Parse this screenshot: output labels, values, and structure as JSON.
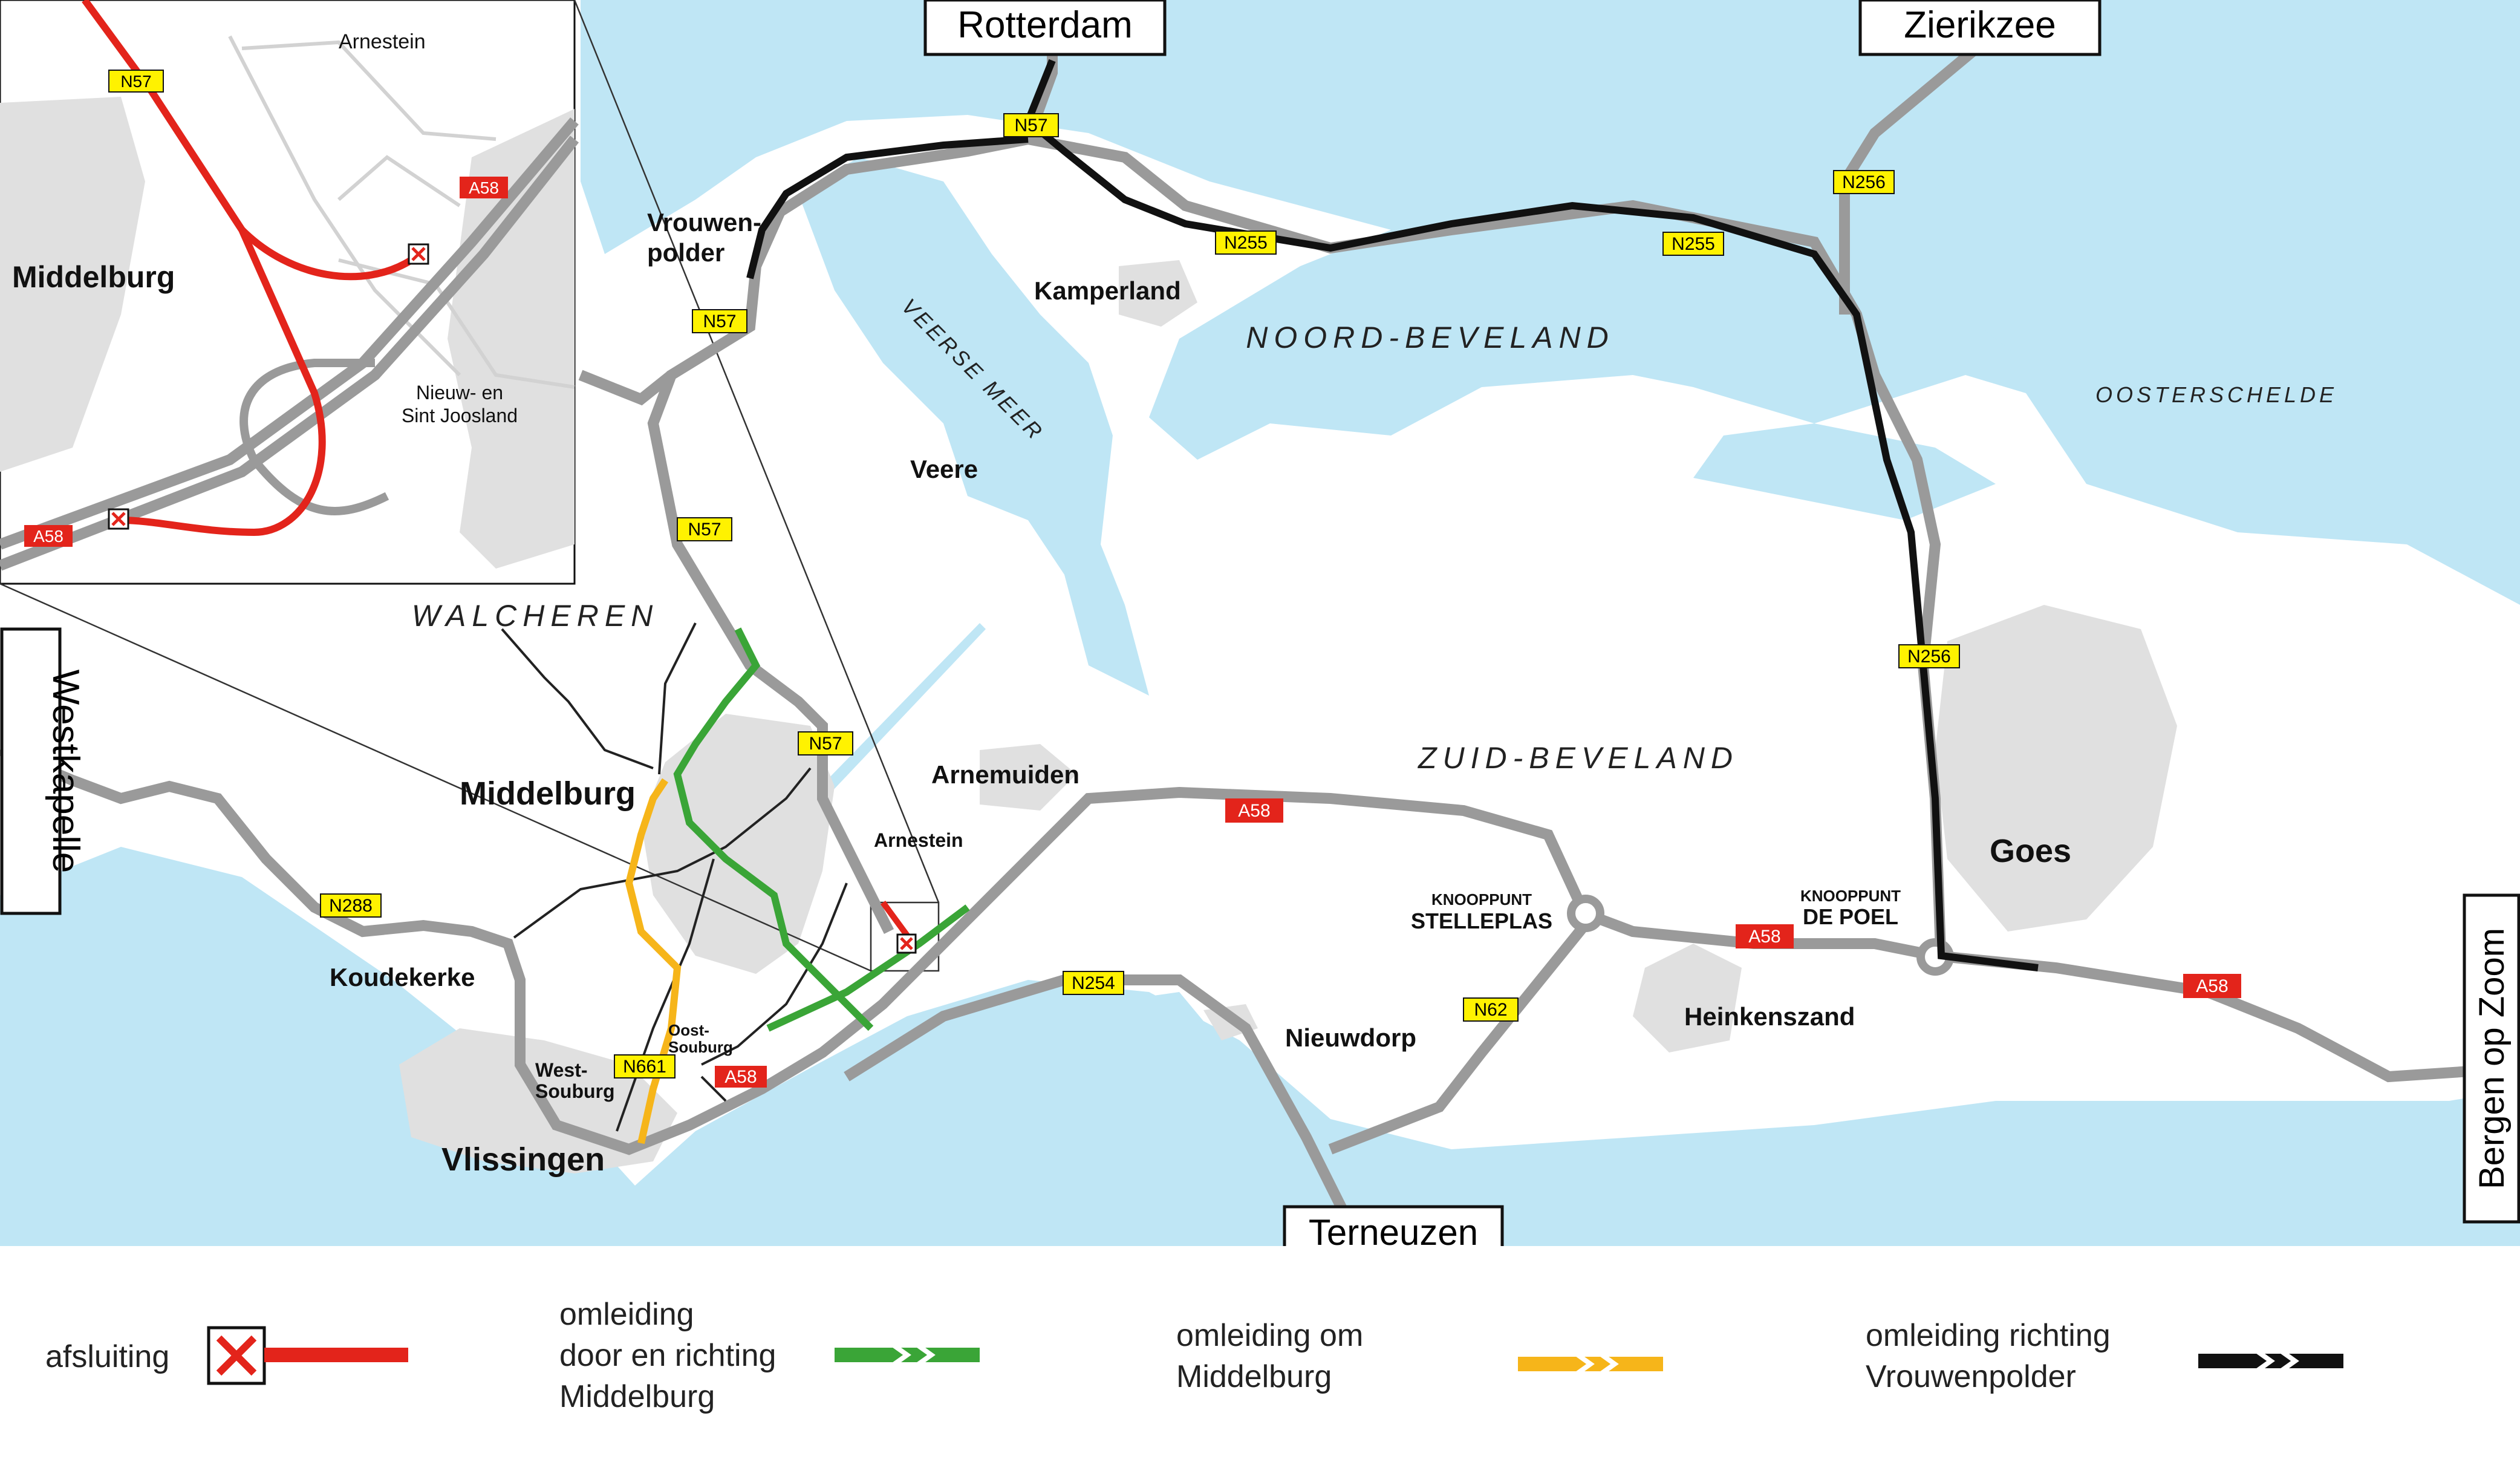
{
  "cities_boxed": {
    "rotterdam": "Rotterdam",
    "zierikzee": "Zierikzee",
    "westkapelle": "Westkapelle",
    "bergen": "Bergen op Zoom",
    "terneuzen": "Terneuzen"
  },
  "regions": {
    "noord_beveland": "NOORD-BEVELAND",
    "zuid_beveland": "ZUID-BEVELAND",
    "walcheren": "WALCHEREN",
    "oosterschelde": "OOSTERSCHELDE",
    "veerse_meer": "VEERSE MEER"
  },
  "places": {
    "vrouwenpolder_1": "Vrouwen-",
    "vrouwenpolder_2": "polder",
    "kamperland": "Kamperland",
    "veere": "Veere",
    "middelburg": "Middelburg",
    "arnemuiden": "Arnemuiden",
    "arnestein": "Arnestein",
    "koudekerke": "Koudekerke",
    "west_souburg_1": "West-",
    "west_souburg_2": "Souburg",
    "oost_souburg_1": "Oost-",
    "oost_souburg_2": "Souburg",
    "vlissingen": "Vlissingen",
    "nieuwdorp": "Nieuwdorp",
    "heinkenszand": "Heinkenszand",
    "goes": "Goes",
    "stelleplas_1": "KNOOPPUNT",
    "stelleplas_2": "STELLEPLAS",
    "depoel_1": "KNOOPPUNT",
    "depoel_2": "DE POEL"
  },
  "inset": {
    "arnestein": "Arnestein",
    "middelburg": "Middelburg",
    "nieuw_1": "Nieuw- en",
    "nieuw_2": "Sint Joosland",
    "n57": "N57",
    "a58_top": "A58",
    "a58_left": "A58"
  },
  "roads": {
    "n57_a": "N57",
    "n57_b": "N57",
    "n57_c": "N57",
    "n57_d": "N57",
    "n255_a": "N255",
    "n255_b": "N255",
    "n256_a": "N256",
    "n256_b": "N256",
    "a58_a": "A58",
    "a58_b": "A58",
    "a58_c": "A58",
    "a58_d": "A58",
    "n288": "N288",
    "n254": "N254",
    "n62": "N62",
    "n661": "N661"
  },
  "legend": {
    "closure": "afsluiting",
    "green_1": "omleiding",
    "green_2": "door en richting",
    "green_3": "Middelburg",
    "orange_1": "omleiding om",
    "orange_2": "Middelburg",
    "black_1": "omleiding richting",
    "black_2": "Vrouwenpolder"
  },
  "colors": {
    "water": "#bfe6f5",
    "built_up": "#e0e0e0",
    "road": "#9a9a9a",
    "closure": "#e3241b",
    "detour_green": "#3aa537",
    "detour_orange": "#f6b51a",
    "detour_black": "#111111",
    "shield_yellow": "#fff200",
    "shield_red": "#e3241b"
  }
}
